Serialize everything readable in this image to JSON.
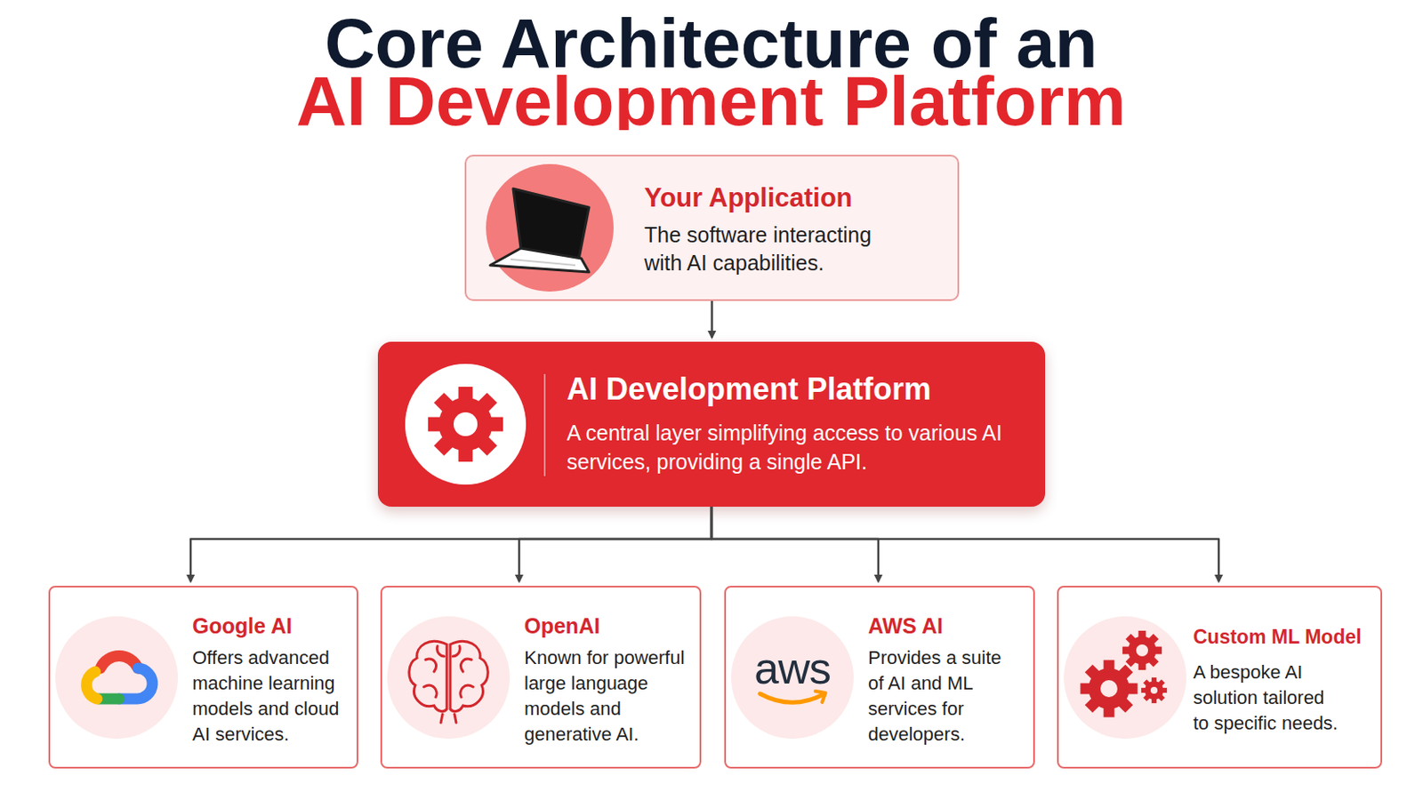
{
  "diagram": {
    "title": "Core Architecture of an AI Development Platform",
    "nodes": [
      {
        "text": [
          "Your Application",
          "The software interacting with AI capabilities."
        ]
      },
      {
        "text": [
          "AI Development Platform",
          "A central layer simplifying access to various AI services, providing a single API."
        ]
      },
      {
        "text": [
          "Google AI",
          "Offers advanced machine learning models and cloud AI services."
        ]
      },
      {
        "text": [
          "OpenAI",
          "Known for powerful large language models and generative AI."
        ]
      },
      {
        "text": [
          "AWS AI",
          "Provides a suite of AI and ML services for developers."
        ]
      },
      {
        "text": [
          "Custom ML Model",
          "A bespoke AI solution tailored to specific needs."
        ]
      }
    ],
    "edges": [
      {
        "from": 0,
        "to": 1,
        "arrow": "to"
      },
      {
        "from": 1,
        "to": 2,
        "arrow": "to"
      },
      {
        "from": 1,
        "to": 3,
        "arrow": "to"
      },
      {
        "from": 1,
        "to": 4,
        "arrow": "to"
      },
      {
        "from": 1,
        "to": 5,
        "arrow": "to"
      }
    ],
    "labels": [
      "aws"
    ]
  }
}
